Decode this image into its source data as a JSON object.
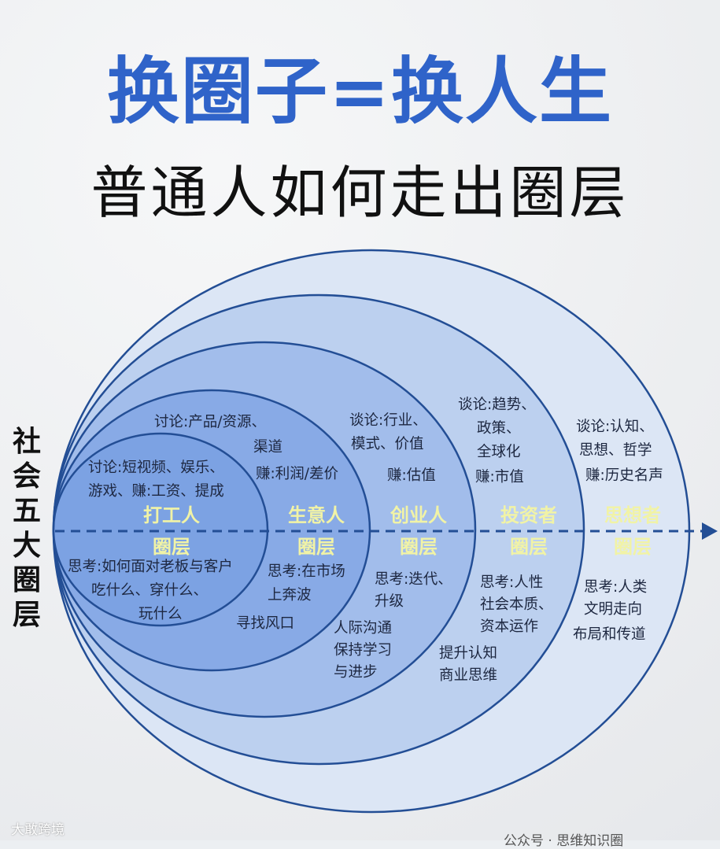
{
  "title": "换圈子=换人生",
  "subtitle": "普通人如何走出圈层",
  "side_label": "社会五大圈层",
  "colors": {
    "title": "#2f63c9",
    "label": "#f1f3a6",
    "line": "#234e95"
  },
  "layers": [
    {
      "name": "打工人",
      "suffix": "圈层",
      "talk": [
        "讨论:短视频、娱乐、",
        "游戏、赚:工资、提成"
      ],
      "think": [
        "思考:如何面对老板与客户",
        "吃什么、穿什么、",
        "玩什么"
      ]
    },
    {
      "name": "生意人",
      "suffix": "圈层",
      "talk": [
        "讨论:产品/资源、",
        "渠道",
        "赚:利润/差价"
      ],
      "think": [
        "思考:在市场",
        "上奔波",
        "寻找风口"
      ]
    },
    {
      "name": "创业人",
      "suffix": "圈层",
      "talk": [
        "谈论:行业、",
        "模式、价值",
        "赚:估值"
      ],
      "think": [
        "思考:迭代、",
        "升级",
        "人际沟通",
        "保持学习",
        "与进步"
      ]
    },
    {
      "name": "投资者",
      "suffix": "圈层",
      "talk": [
        "谈论:趋势、",
        "政策、",
        "全球化",
        "赚:市值"
      ],
      "think": [
        "思考:人性",
        "社会本质、",
        "资本运作",
        "提升认知",
        "商业思维"
      ]
    },
    {
      "name": "思想者",
      "suffix": "圈层",
      "talk": [
        "谈论:认知、",
        "思想、哲学",
        "赚:历史名声"
      ],
      "think": [
        "思考:人类",
        "文明走向",
        "布局和传道"
      ]
    }
  ],
  "watermarks": {
    "left": "大敢跨境",
    "right": "公众号 · 思维知识圈"
  }
}
